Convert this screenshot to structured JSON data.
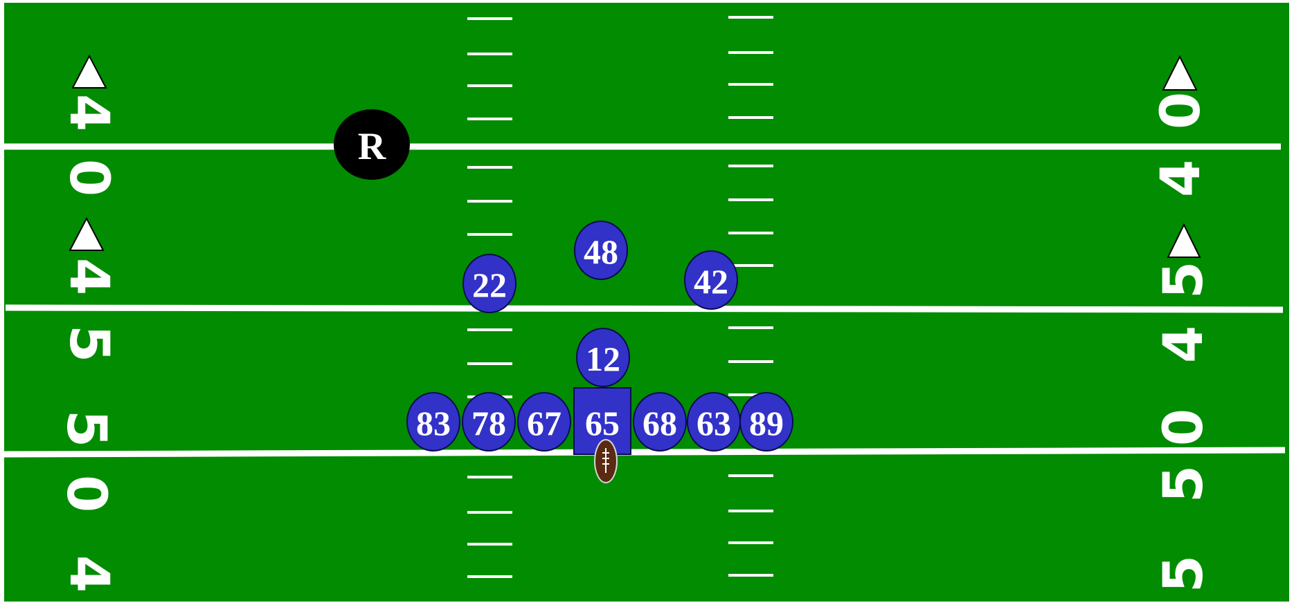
{
  "colors": {
    "field": "#028c02",
    "lines": "#ffffff",
    "player_fill": "#3232c8",
    "player_stroke": "#0a0a50",
    "referee_fill": "#000000",
    "football": "#5a2a12"
  },
  "yard_numbers": {
    "left": [
      "4",
      "0",
      "4",
      "5",
      "5",
      "0",
      "4"
    ],
    "right": [
      "0",
      "4",
      "5",
      "4",
      "0",
      "5",
      "5"
    ]
  },
  "referee": {
    "label": "R"
  },
  "center": {
    "number": "65"
  },
  "line_of_scrimmage": {
    "left": [
      "83",
      "78",
      "67"
    ],
    "right": [
      "68",
      "63",
      "89"
    ]
  },
  "quarterback": {
    "number": "12"
  },
  "backs": [
    "22",
    "48",
    "42"
  ],
  "football": {
    "icon": "football-icon"
  }
}
